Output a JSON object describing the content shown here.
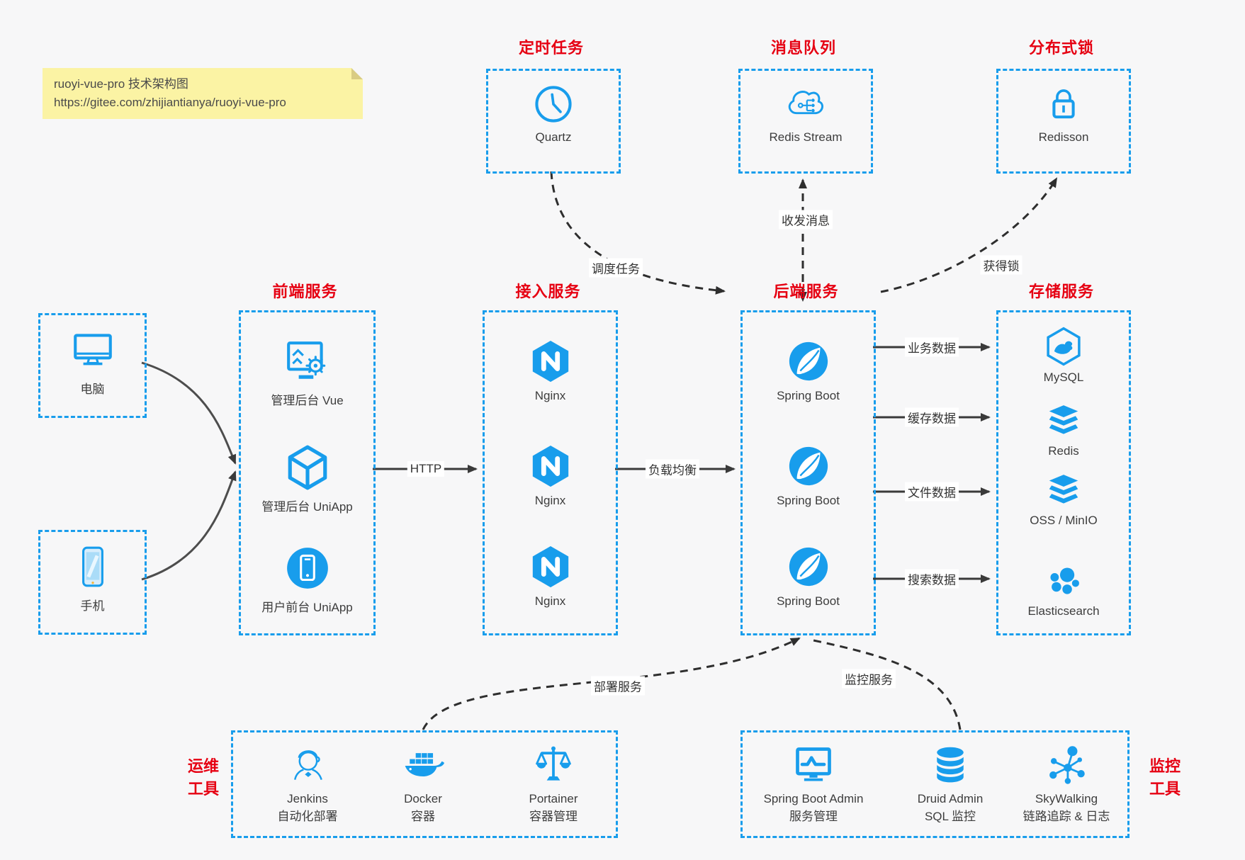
{
  "colors": {
    "accent": "#189dec",
    "red": "#e60012",
    "arrow": "#3a3a3a",
    "dash": "#2e2e2e",
    "noteBg": "#fbf3a4",
    "noteFold": "#d9cc83",
    "bg": "#f7f7f8",
    "ink": "#3d3d3d"
  },
  "note": {
    "line1": "ruoyi-vue-pro 技术架构图",
    "line2": "https://gitee.com/zhijiantianya/ruoyi-vue-pro"
  },
  "clients": {
    "computer_label": "电脑",
    "phone_label": "手机"
  },
  "top_groups": {
    "scheduler": {
      "title": "定时任务",
      "item_label": "Quartz"
    },
    "mq": {
      "title": "消息队列",
      "item_label": "Redis Stream"
    },
    "lock": {
      "title": "分布式锁",
      "item_label": "Redisson"
    }
  },
  "frontend": {
    "title": "前端服务",
    "items": [
      {
        "label": "管理后台 Vue"
      },
      {
        "label": "管理后台 UniApp"
      },
      {
        "label": "用户前台 UniApp"
      }
    ]
  },
  "gateway": {
    "title": "接入服务",
    "items": [
      {
        "label": "Nginx"
      },
      {
        "label": "Nginx"
      },
      {
        "label": "Nginx"
      }
    ]
  },
  "backend": {
    "title": "后端服务",
    "items": [
      {
        "label": "Spring Boot"
      },
      {
        "label": "Spring Boot"
      },
      {
        "label": "Spring Boot"
      }
    ]
  },
  "storage": {
    "title": "存储服务",
    "items": [
      {
        "label": "MySQL"
      },
      {
        "label": "Redis"
      },
      {
        "label": "OSS / MinIO"
      },
      {
        "label": "Elasticsearch"
      }
    ]
  },
  "ops": {
    "title_line1": "运维",
    "title_line2": "工具",
    "items": [
      {
        "name": "Jenkins",
        "desc": "自动化部署"
      },
      {
        "name": "Docker",
        "desc": "容器"
      },
      {
        "name": "Portainer",
        "desc": "容器管理"
      }
    ]
  },
  "monitor": {
    "title_line1": "监控",
    "title_line2": "工具",
    "items": [
      {
        "name": "Spring Boot Admin",
        "desc": "服务管理"
      },
      {
        "name": "Druid Admin",
        "desc": "SQL 监控"
      },
      {
        "name": "SkyWalking",
        "desc": "链路追踪 & 日志"
      }
    ]
  },
  "edges": {
    "http": "HTTP",
    "load_balance": "负载均衡",
    "biz": "业务数据",
    "cache": "缓存数据",
    "file": "文件数据",
    "search": "搜索数据",
    "schedule": "调度任务",
    "message": "收发消息",
    "lock": "获得锁",
    "deploy": "部署服务",
    "monitoring": "监控服务"
  }
}
